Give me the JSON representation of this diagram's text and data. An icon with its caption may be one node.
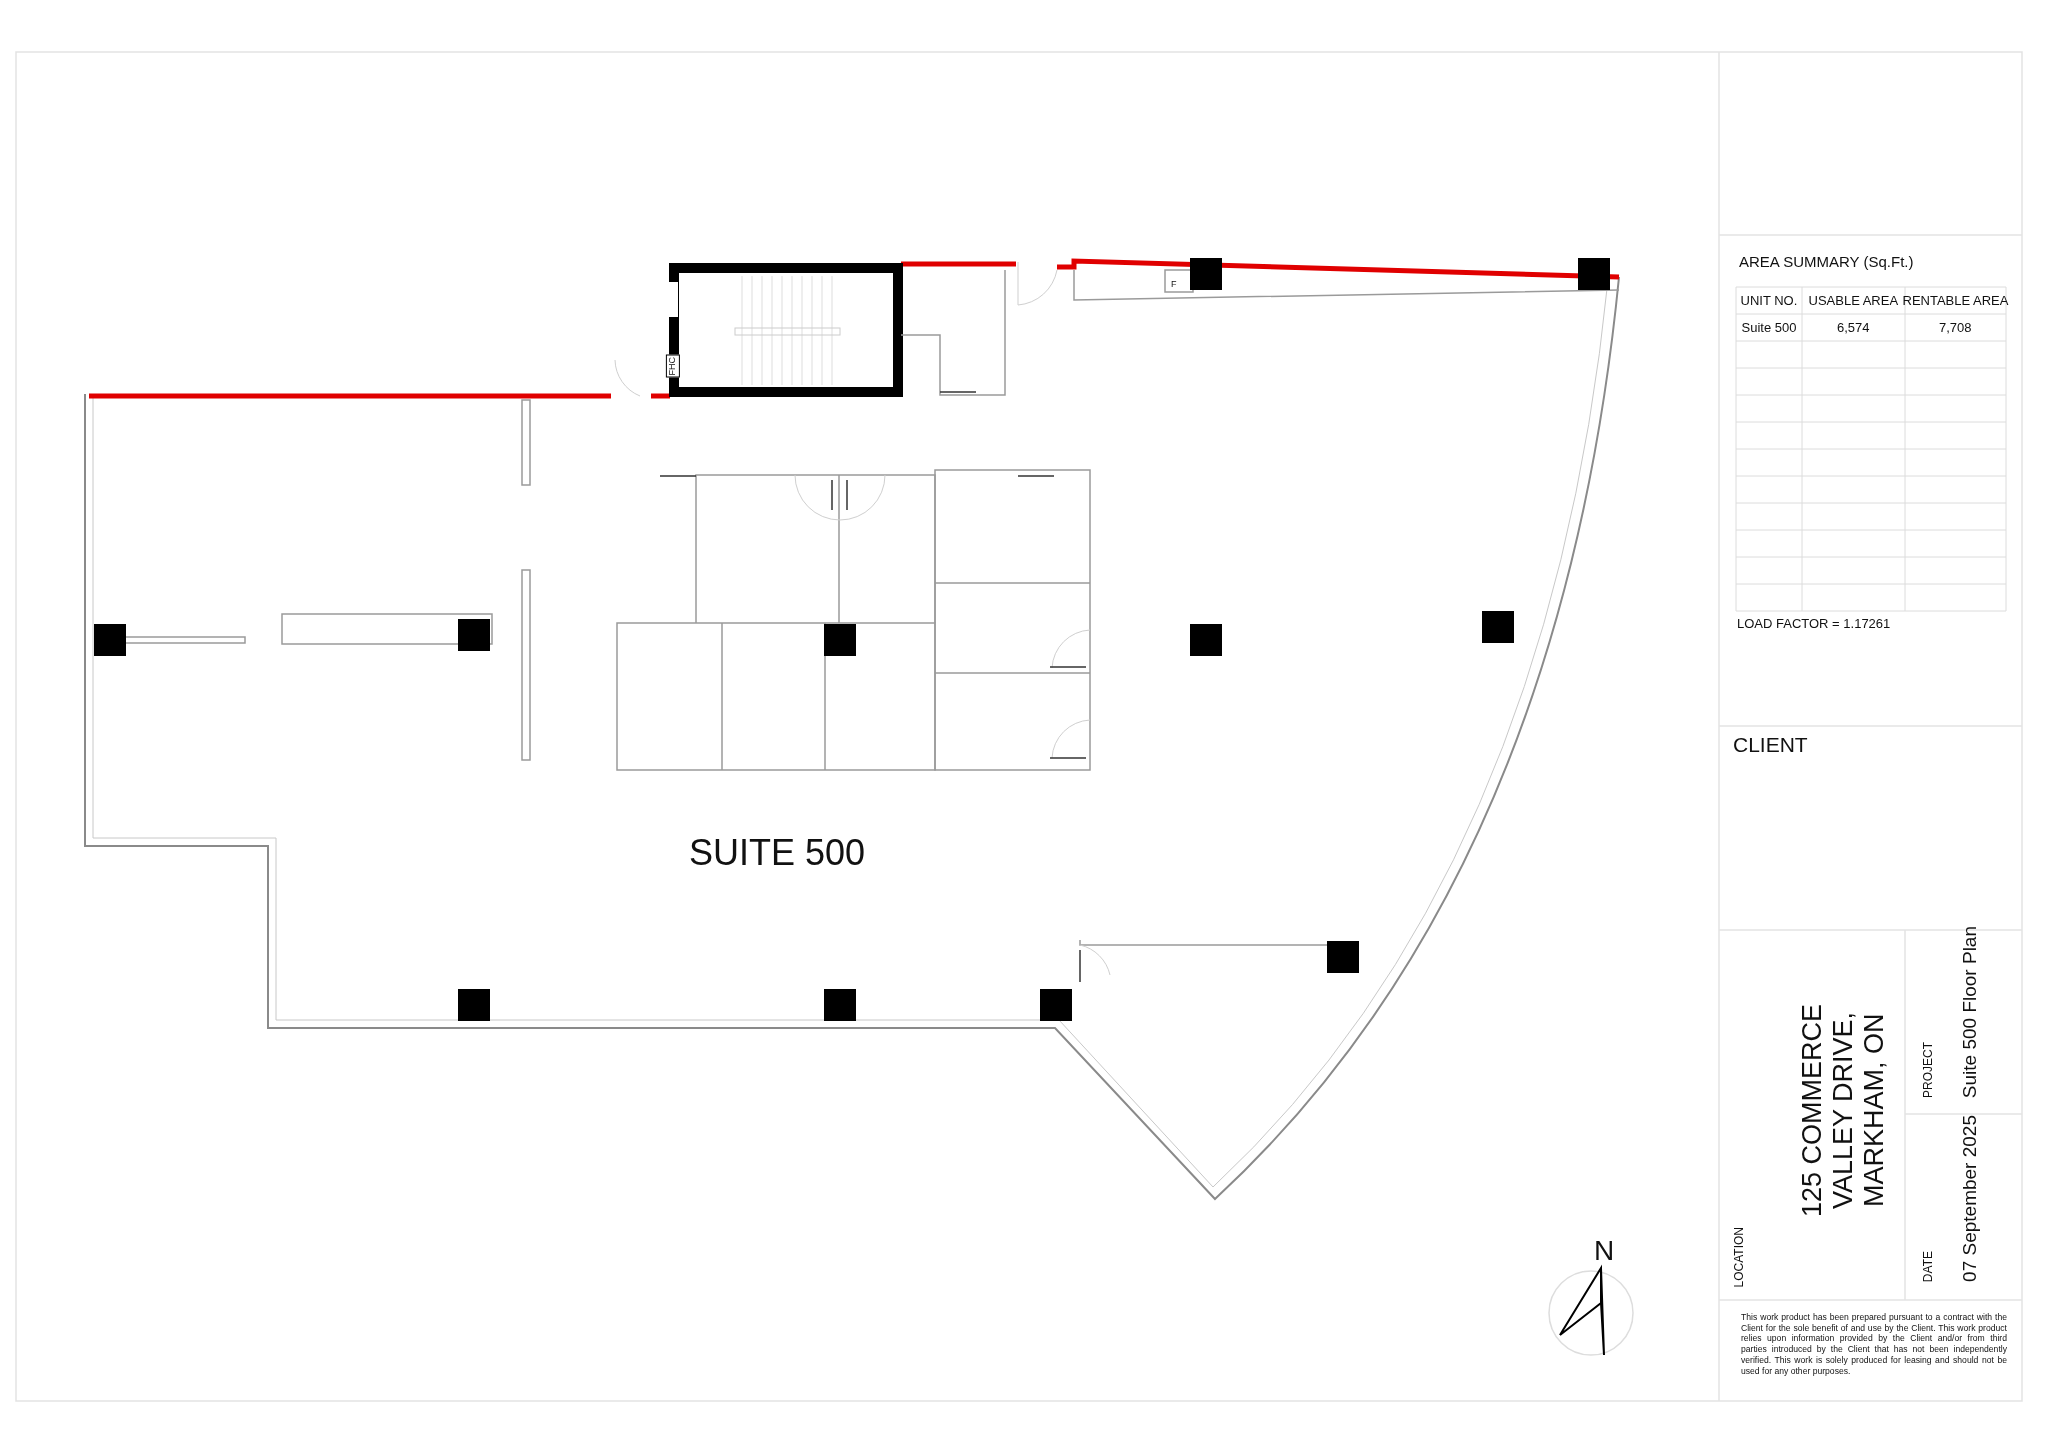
{
  "diagram": {
    "labels": [
      "SUITE 500",
      "FHC",
      "F",
      "N",
      "AREA SUMMARY (Sq.Ft.)",
      "UNIT NO.",
      "USABLE AREA",
      "RENTABLE AREA",
      "Suite 500",
      "6,574",
      "7,708",
      "LOAD FACTOR = 1.17261",
      "CLIENT",
      "LOCATION",
      "125 COMMERCE VALLEY DRIVE, MARKHAM, ON",
      "PROJECT",
      "Suite 500 Floor Plan",
      "DATE",
      "07 September 2025",
      "This work product has been prepared pursuant to a contract with the Client for the sole benefit of and use by the Client. This work product relies upon information provided by the Client and/or from third parties introduced by the Client that has not been independently verified. This work is solely produced for leasing and should not be used for any other purposes."
    ]
  }
}
